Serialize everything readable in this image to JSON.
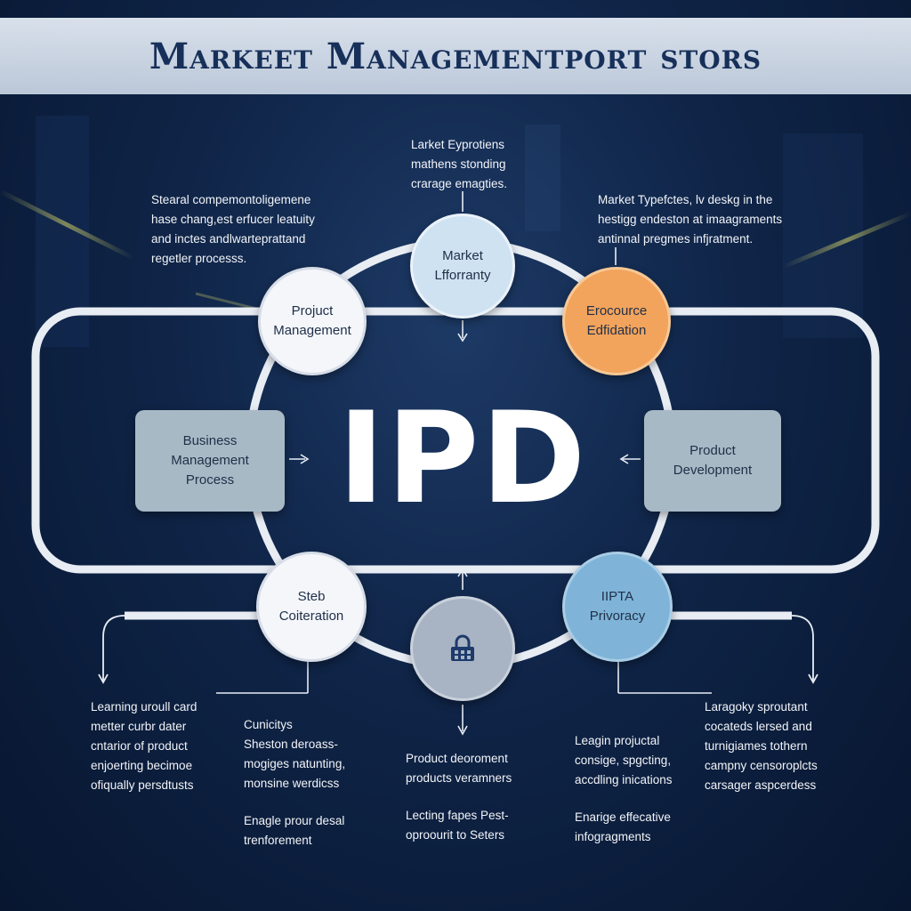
{
  "title": "Markeet Managementport stors",
  "center_label": "IPD",
  "nodes": {
    "market": {
      "line1": "Market",
      "line2": "Lfforranty"
    },
    "project": {
      "line1": "Projuct",
      "line2": "Management"
    },
    "resource": {
      "line1": "Erocource",
      "line2": "Edfidation"
    },
    "business": {
      "line1": "Business",
      "line2": "Management",
      "line3": "Process"
    },
    "product_dev": {
      "line1": "Product",
      "line2": "Development"
    },
    "steb": {
      "line1": "Steb",
      "line2": "Coiteration"
    },
    "lock": {
      "icon": "lock-icon"
    },
    "privacy": {
      "line1": "IIPTA",
      "line2": "Privoracy"
    }
  },
  "notes": {
    "top_center": [
      "Larket Eyprotiens",
      "mathens stonding",
      "crarage emagties."
    ],
    "top_left": [
      "Stearal compemontoligemene",
      "hase chang,est erfucer leatuity",
      "and inctes andlwarteprattand",
      "regetler processs."
    ],
    "top_right": [
      "Market Typefctes, lv deskg in the",
      "hestigg endeston at imaagraments",
      "antinnal pregmes infjratment."
    ],
    "bottom_far_left": [
      "Learning uroull card",
      "metter curbr dater",
      "cntarior of product",
      "enjoerting becimoe",
      "ofiqually persdtusts"
    ],
    "bottom_left": [
      "Cunicitys",
      "Sheston deroass-",
      "mogiges natunting,",
      "monsine werdicss"
    ],
    "bottom_left_2": [
      "Enagle prour desal",
      "trenforement"
    ],
    "bottom_center": [
      "Product deoroment",
      "products veramners"
    ],
    "bottom_center_2": [
      "Lecting fapes Pest-",
      "oproourit to Seters"
    ],
    "bottom_right": [
      "Leagin projuctal",
      "consige, spgcting,",
      "accdling inications"
    ],
    "bottom_right_2": [
      "Enarige effecative",
      "infogragments"
    ],
    "bottom_far_right": [
      "Laragoky sproutant",
      "cocateds lersed and",
      "turnigiames tothern",
      "campny censoroplcts",
      "carsager aspcerdess"
    ]
  },
  "colors": {
    "background": "#0f2447",
    "title_bar": "#dbe3ee",
    "title_text": "#17305a",
    "orange_node": "#f2a35c",
    "blue_node": "#7fb4d8",
    "light_node": "#cfe2f2",
    "box_fill": "#a8b9c6",
    "line": "#e8edf4"
  }
}
